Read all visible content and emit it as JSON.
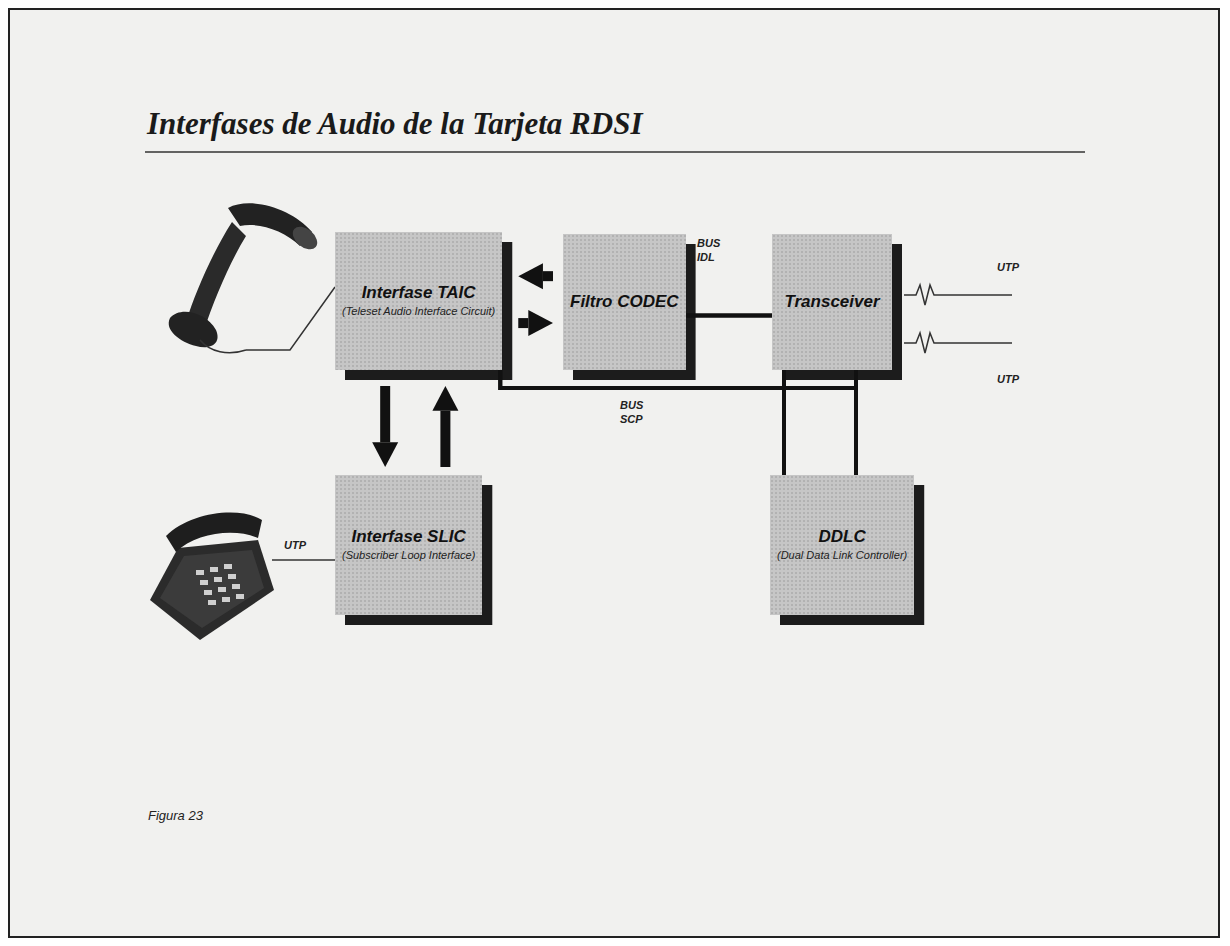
{
  "diagram": {
    "title": "Interfases de Audio de la Tarjeta RDSI",
    "caption": "Figura 23",
    "nodes": [
      {
        "text": [
          "Interfase TAIC",
          "(Teleset Audio Interface Circuit)"
        ]
      },
      {
        "text": [
          "Filtro CODEC"
        ]
      },
      {
        "text": [
          "Transceiver"
        ]
      },
      {
        "text": [
          "Interfase SLIC",
          "(Subscriber Loop Interface)"
        ]
      },
      {
        "text": [
          "DDLC",
          "(Dual Data Link Controller)"
        ]
      }
    ],
    "edges": [
      {
        "from": 1,
        "to": 0,
        "arrow": "to"
      },
      {
        "from": 0,
        "to": 1,
        "arrow": "to"
      },
      {
        "from": 0,
        "to": 3,
        "arrow": "to"
      },
      {
        "from": 3,
        "to": 0,
        "arrow": "to"
      },
      {
        "from": 1,
        "to": 2,
        "arrow": "none"
      },
      {
        "from": 1,
        "to": 4,
        "arrow": "none"
      },
      {
        "from": 2,
        "to": 4,
        "arrow": "none"
      },
      {
        "from": 0,
        "to": 2,
        "arrow": "none"
      },
      {
        "from": 0,
        "to": 4,
        "arrow": "none"
      }
    ],
    "labels": [
      "BUS IDL",
      "BUS SCP",
      "UTP",
      "UTP",
      "UTP"
    ]
  }
}
